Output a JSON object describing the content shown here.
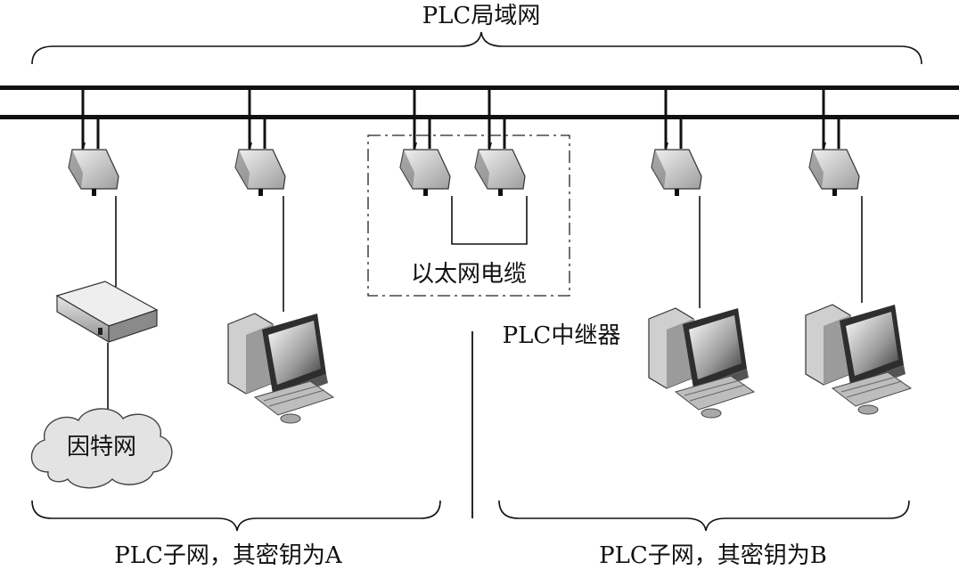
{
  "labels": {
    "lan_title": "PLC局域网",
    "ethernet_cable": "以太网电缆",
    "repeater": "PLC中继器",
    "internet": "因特网",
    "subnet_a": "PLC子网，其密钥为A",
    "subnet_b": "PLC子网，其密钥为B"
  },
  "icons": [
    "plc-adapter-icon",
    "router-icon",
    "desktop-computer-icon",
    "cloud-icon"
  ],
  "colors": {
    "line": "#111111",
    "device_fill": "#d9d9d9",
    "cloud_fill": "#e3e3e3"
  }
}
